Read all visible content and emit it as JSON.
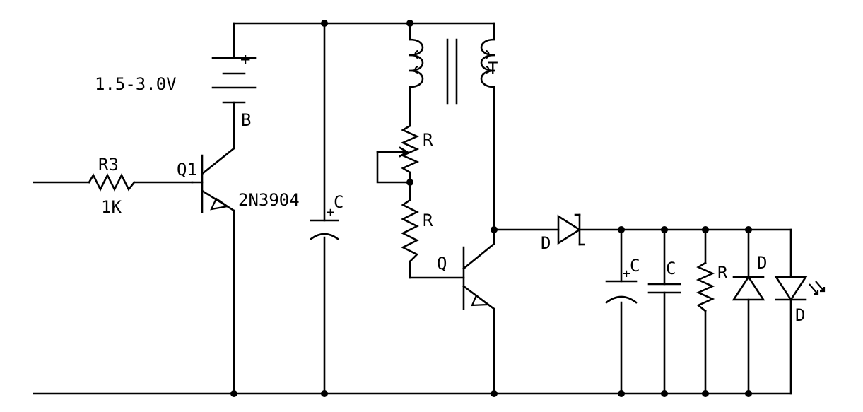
{
  "labels": {
    "battery_voltage": "1.5-3.0V",
    "battery_plus": "+",
    "battery_name": "B",
    "r3_name": "R3",
    "r3_value": "1K",
    "q1_name": "Q1",
    "q1_part": "2N3904",
    "c_mid_name": "C",
    "c_mid_plus": "+",
    "transformer_name": "T",
    "pot_name": "R",
    "r_base_name": "R",
    "q_name": "Q",
    "d_series_name": "D",
    "c_out1_name": "C",
    "c_out1_plus": "+",
    "c_out2_name": "C",
    "r_load_name": "R",
    "d_zener_name": "D",
    "d_led_name": "D"
  },
  "colors": {
    "ink": "#000000",
    "background": "#ffffff"
  }
}
